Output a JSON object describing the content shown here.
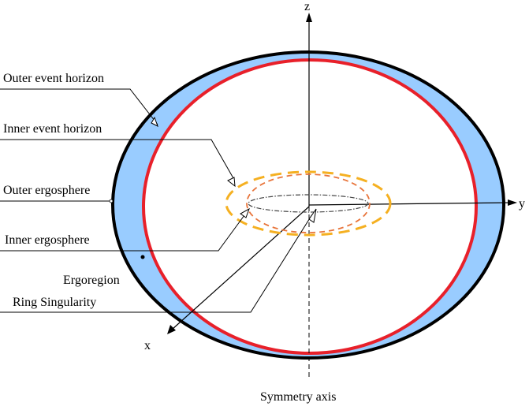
{
  "labels": {
    "outer_event_horizon": "Outer event horizon",
    "inner_event_horizon": "Inner event horizon",
    "outer_ergosphere": "Outer ergosphere",
    "inner_ergosphere": "Inner ergosphere",
    "ergoregion": "Ergoregion",
    "ring_singularity": "Ring Singularity",
    "symmetry_axis": "Symmetry axis"
  },
  "axes": {
    "z": "z",
    "y": "y",
    "x": "x"
  },
  "colors": {
    "outer_ergosphere_stroke": "#000000",
    "ergoregion_fill": "#99ccff",
    "outer_event_horizon_stroke": "#e8202a",
    "inner_ring_outer": "#f5b021",
    "inner_ring_inner": "#e8743a",
    "ring_singularity": "#555555"
  }
}
